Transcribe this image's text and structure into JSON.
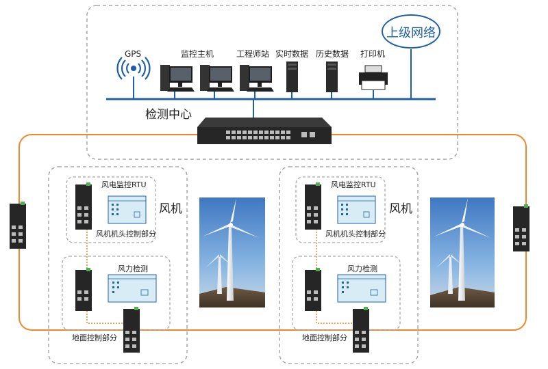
{
  "center": {
    "gps": "GPS",
    "monitor_host": "监控主机",
    "engineer_station": "工程师站",
    "realtime_data": "实时数据",
    "history_data": "历史数据",
    "printer": "打印机",
    "upper_network": "上级网络",
    "center_title": "检测中心"
  },
  "turbine_left": {
    "rtu": "风电监控RTU",
    "nacelle": "风机机头控制部分",
    "wind_detect": "风力检测",
    "ground": "地面控制部分",
    "title": "风机"
  },
  "turbine_right": {
    "rtu": "风电监控RTU",
    "nacelle": "风机机头控制部分",
    "wind_detect": "风力检测",
    "ground": "地面控制部分",
    "title": "风机"
  },
  "colors": {
    "ring": "#f0882a",
    "bus": "#1f5fa8",
    "dashed": "#a8a8a8",
    "switch": "#2c2c2c",
    "panel": "#d8ecf6"
  }
}
